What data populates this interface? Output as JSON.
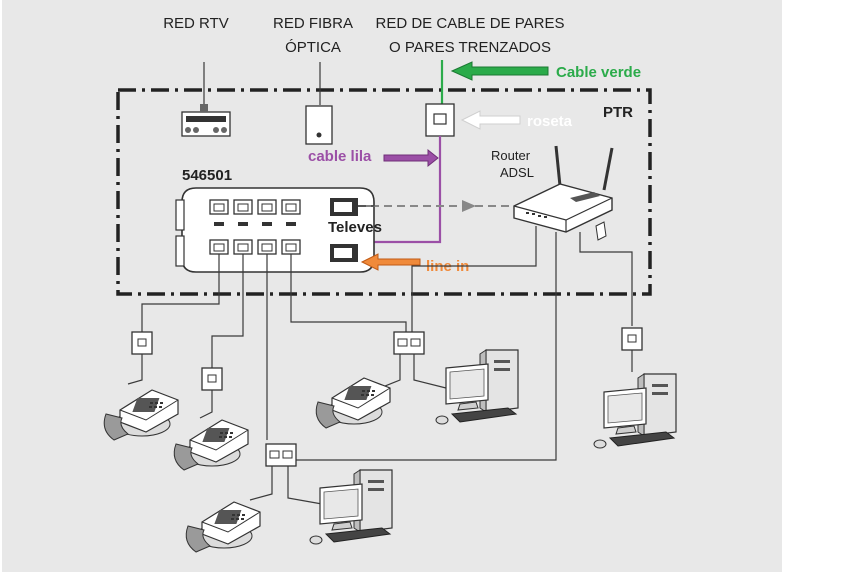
{
  "networks": {
    "rtv": "RED RTV",
    "fibra_line1": "RED FIBRA",
    "fibra_line2": "ÓPTICA",
    "pares_line1": "RED DE CABLE DE PARES",
    "pares_line2": "O PARES TRENZADOS"
  },
  "labels": {
    "cable_verde": "Cable verde",
    "roseta": "roseta",
    "ptr": "PTR",
    "cable_lila": "cable lila",
    "router_line1": "Router",
    "router_line2": "ADSL",
    "switch_model": "546501",
    "switch_brand": "Televes",
    "line_in": "line in"
  },
  "colors": {
    "background": "#e8e8e8",
    "cable_verde": "#2bab4a",
    "cable_lila": "#9b4fa6",
    "line_in": "#f08a3a",
    "roseta_arrow": "#ffffff",
    "dashed_link": "#888888"
  },
  "icons": [
    "telephone-icon",
    "computer-icon",
    "wall-socket-icon",
    "router-icon",
    "switch-icon"
  ]
}
